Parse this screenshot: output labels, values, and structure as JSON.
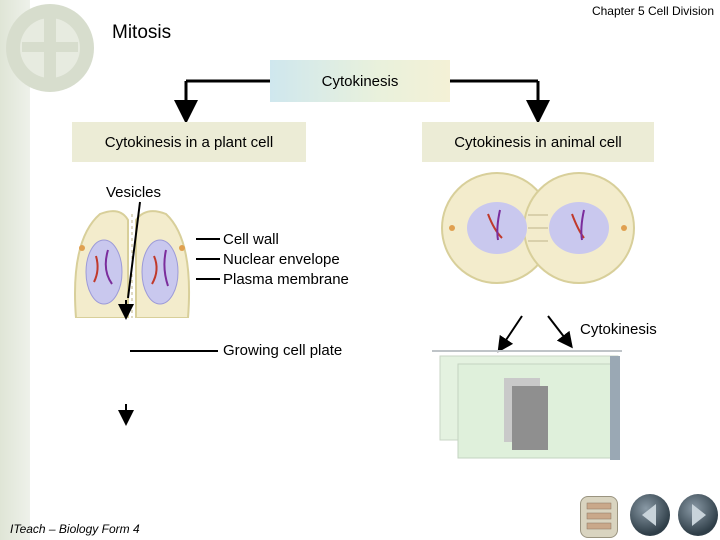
{
  "header": {
    "chapter": "Chapter 5 Cell Division",
    "title": "Mitosis"
  },
  "diagram": {
    "top_node": "Cytokinesis",
    "left_node": "Cytokinesis in a plant cell",
    "right_node": "Cytokinesis in animal cell",
    "plant_labels": {
      "vesicles": "Vesicles",
      "cell_wall": "Cell wall",
      "nuclear_envelope": "Nuclear envelope",
      "plasma_membrane": "Plasma membrane",
      "growing_cell_plate": "Growing cell plate"
    },
    "animal_labels": {
      "cytokinesis": "Cytokinesis"
    }
  },
  "footer": {
    "credit": "ITeach – Biology Form 4"
  },
  "navigation": {
    "menu_icon": "menu-icon",
    "back_icon": "back-arrow-icon",
    "forward_icon": "forward-arrow-icon"
  },
  "colors": {
    "node_fill": "#ececd6",
    "cell_fill": "#f3eccc",
    "nucleus_fill": "#c9c8ee"
  }
}
